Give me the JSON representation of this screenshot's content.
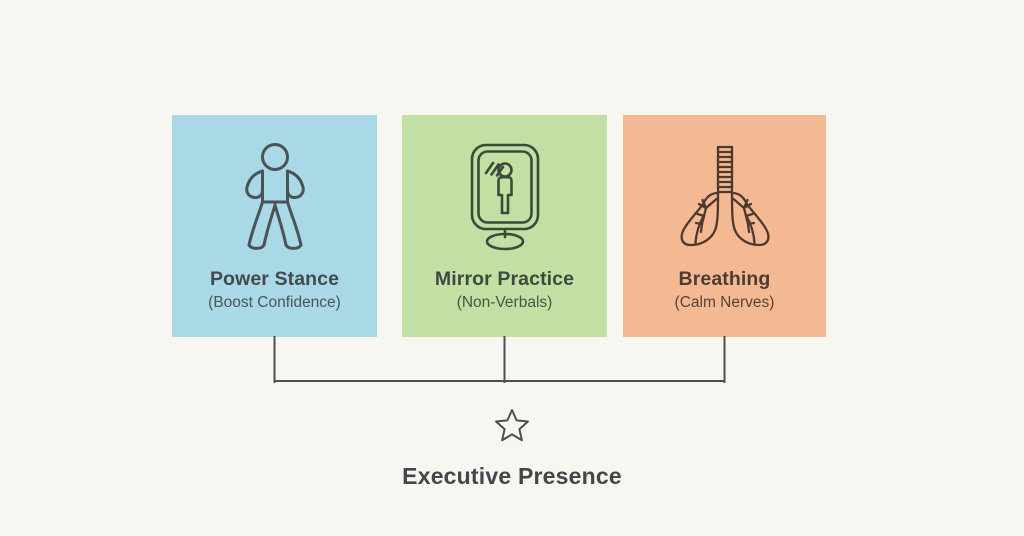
{
  "canvas": {
    "background_color": "#f7f6f1",
    "line_color": "#4a5053"
  },
  "cards": [
    {
      "title": "Power Stance",
      "subtitle": "(Boost Confidence)",
      "background_color": "#a9d8e6",
      "icon": "power-stance-figure-icon"
    },
    {
      "title": "Mirror Practice",
      "subtitle": "(Non-Verbals)",
      "background_color": "#c2e0a4",
      "icon": "mirror-icon"
    },
    {
      "title": "Breathing",
      "subtitle": "(Calm Nerves)",
      "background_color": "#f4b992",
      "icon": "lungs-icon"
    }
  ],
  "footer": {
    "icon": "star-outline-icon",
    "label": "Executive Presence"
  }
}
